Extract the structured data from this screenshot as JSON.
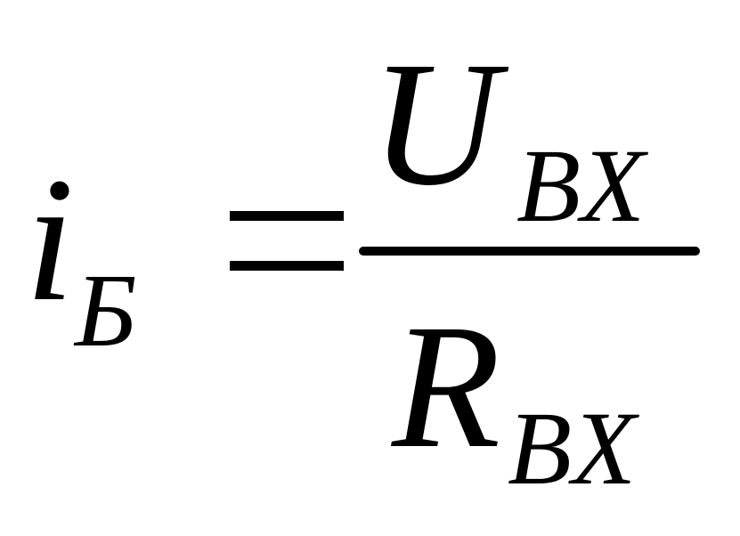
{
  "formula": {
    "lhs": {
      "base": "i",
      "subscript": "Б"
    },
    "relation": "=",
    "numerator": {
      "base": "U",
      "subscript": "BX"
    },
    "denominator": {
      "base": "R",
      "subscript": "BX"
    }
  }
}
